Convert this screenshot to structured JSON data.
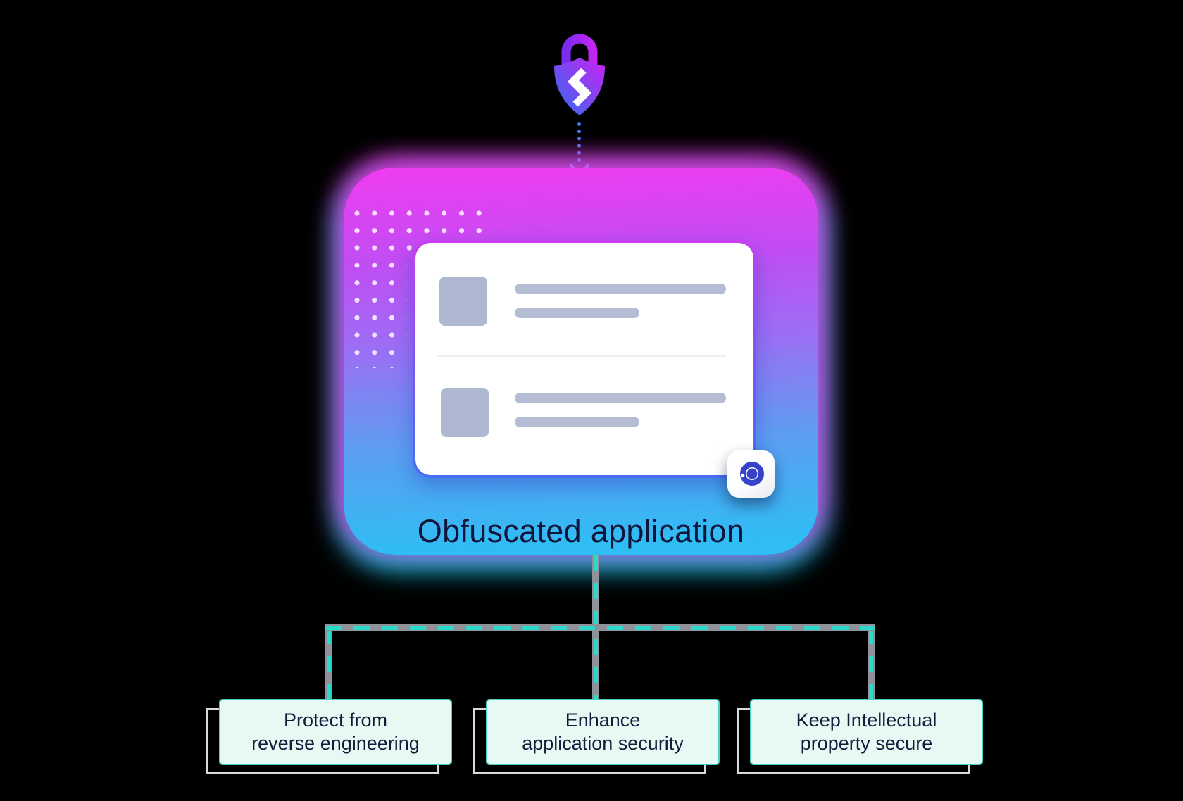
{
  "diagram": {
    "title": "Obfuscated application",
    "benefits": [
      {
        "line1": "Protect from",
        "line2": "reverse engineering"
      },
      {
        "line1": "Enhance",
        "line2": "application security"
      },
      {
        "line1": "Keep Intellectual",
        "line2": "property secure"
      }
    ],
    "colors": {
      "background": "#000000",
      "panel_gradient_top": "#f03cf0",
      "panel_gradient_mid": "#9a70f4",
      "panel_gradient_bottom": "#2fbdf4",
      "card_border_top": "#c93ef3",
      "card_border_bottom": "#4a6cf7",
      "placeholder_gray": "#aeb8d0",
      "connector_gray": "#8f9399",
      "connector_teal": "#2ed8c8",
      "benefit_fill": "#e6f9f2",
      "benefit_border": "#47cfc5",
      "text_navy": "#141a3c",
      "logo_blue": "#3642c8",
      "lock_gradient_blue": "#2e6ef0",
      "lock_gradient_magenta": "#cb21f3"
    }
  }
}
